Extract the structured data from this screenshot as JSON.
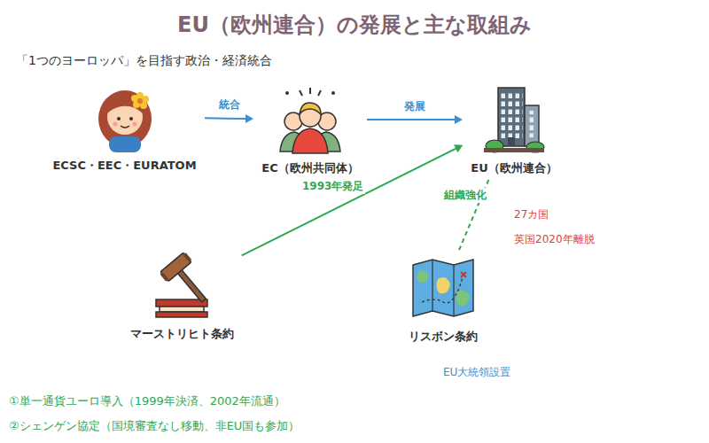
{
  "diagram": {
    "title": "EU（欧州連合）の発展と主な取組み",
    "nodes": [
      {
        "text": [
          "ECSC・EEC・EURATOM"
        ]
      },
      {
        "text": [
          "EC（欧州共同体）"
        ]
      },
      {
        "text": [
          "EU（欧州連合）"
        ]
      },
      {
        "text": [
          "マーストリヒト条約"
        ]
      },
      {
        "text": [
          "リスボン条約"
        ]
      }
    ],
    "edges": [
      {
        "from": 0,
        "to": 1,
        "label": "統合",
        "arrow": "to"
      },
      {
        "from": 1,
        "to": 2,
        "label": "発展",
        "arrow": "to"
      },
      {
        "from": 3,
        "to": 2,
        "label": "1993年発足",
        "arrow": "to"
      },
      {
        "from": 4,
        "to": 2,
        "label": "組織強化",
        "arrow": "none"
      }
    ],
    "labels": [
      "「1つのヨーロッパ」を目指す政治・経済統合",
      "27カ国",
      "英国2020年離脱",
      "EU大統領設置",
      "①単一通貨ユーロ導入（1999年決済、2002年流通）",
      "②シェンゲン協定（国境審査なし移動、非EU国も参加）"
    ]
  }
}
